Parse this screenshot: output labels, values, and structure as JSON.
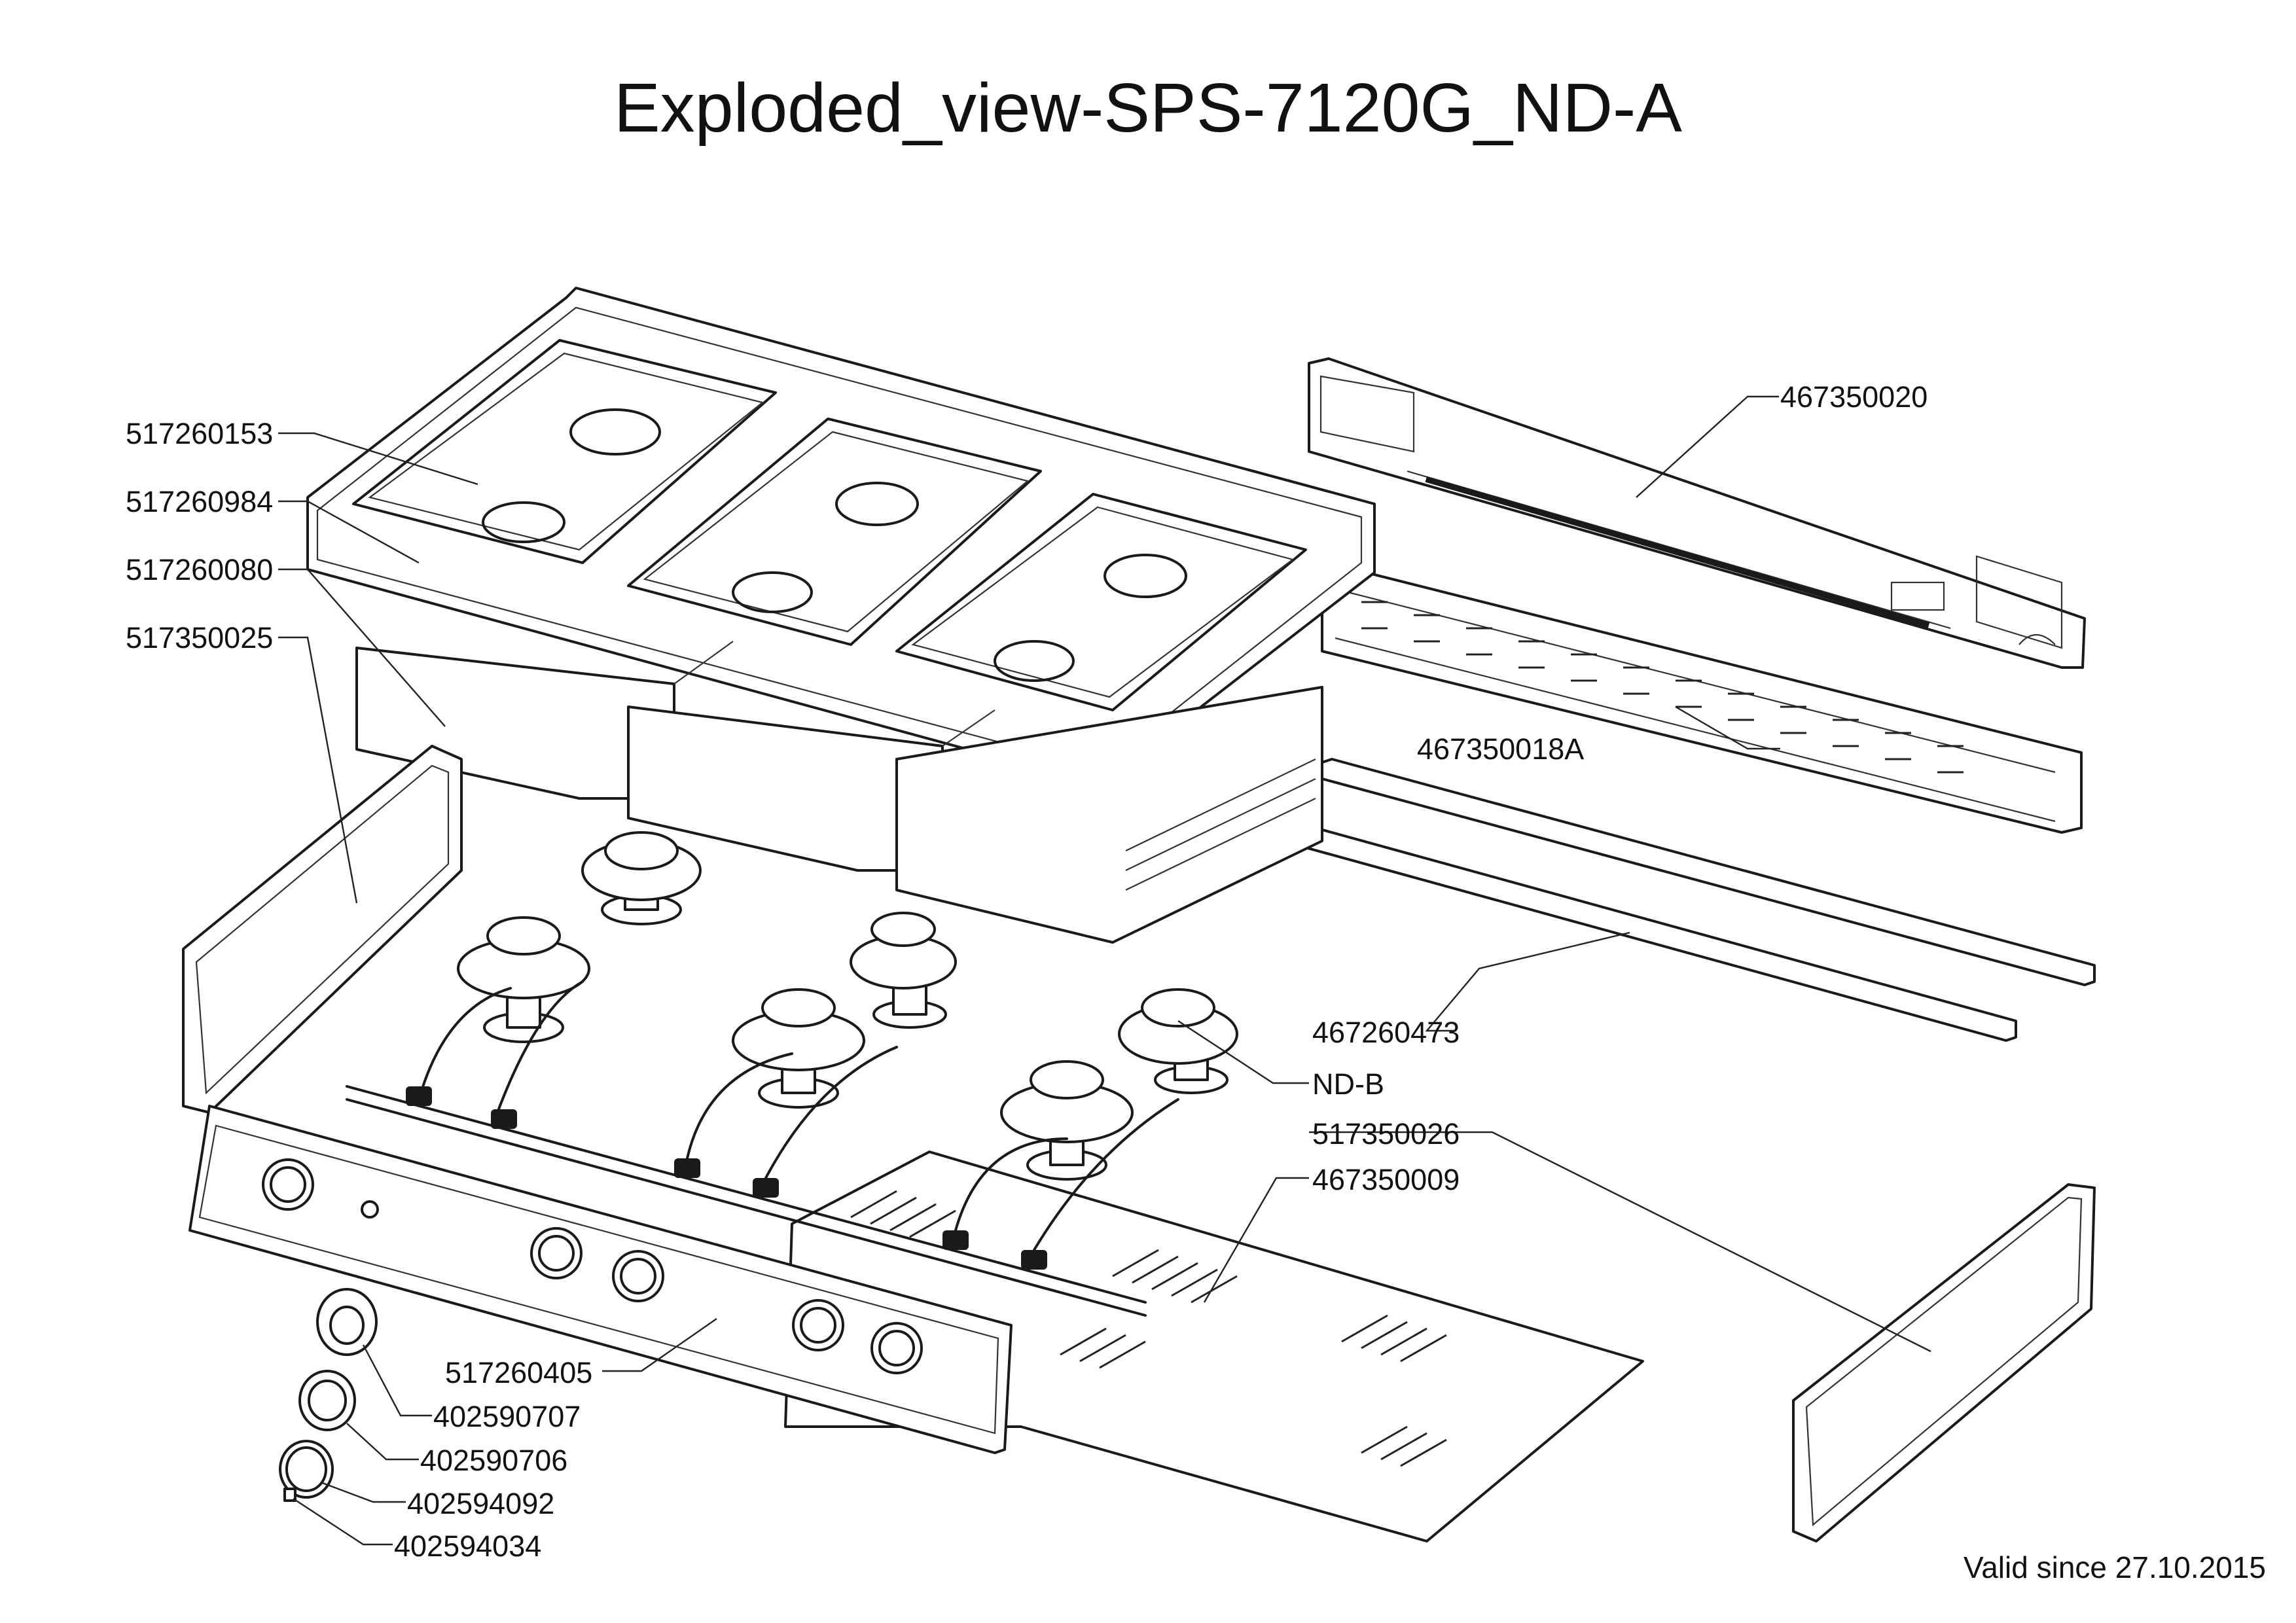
{
  "title": "Exploded_view-SPS-7120G_ND-A",
  "valid_since": "Valid since 27.10.2015",
  "part_labels": {
    "p517260153": "517260153",
    "p517260984": "517260984",
    "p517260080": "517260080",
    "p517350025": "517350025",
    "p467350020": "467350020",
    "p467350018A": "467350018A",
    "p467260473": "467260473",
    "pNDB": "ND-B",
    "p517350026": "517350026",
    "p467350009": "467350009",
    "p517260405": "517260405",
    "p402590707": "402590707",
    "p402590706": "402590706",
    "p402594092": "402594092",
    "p402594034": "402594034"
  }
}
